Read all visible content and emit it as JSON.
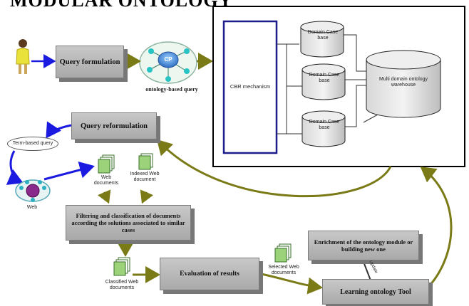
{
  "title": "MODULAR ONTOLOGY",
  "boxes": {
    "query_formulation": "Query formulation",
    "query_reformulation": "Query reformulation",
    "filtering": "Filtering and classification of documents according the solutions associated to similar cases",
    "evaluation": "Evaluation of results",
    "enrichment": "Enrichment of the ontology module or building new one",
    "learning_tool": "Learning ontology Tool"
  },
  "labels": {
    "ontology_query": "ontology-based query",
    "cp": "CP",
    "cbr": "CBR mechanism",
    "domain_case_base": "Domain Case base",
    "warehouse": "Multi domain ontology warehouse",
    "term_query": "Term-based query",
    "web": "Web",
    "web_documents": "Web documents",
    "indexed_web_document": "Indexed Web document",
    "classified_web_documents": "Classified Web documents",
    "selected_web_documents": "Selected Web documents",
    "update_arrow": "Update"
  },
  "colors": {
    "box_fill": "#b5b5b5",
    "arrow_olive": "#7a7a16",
    "arrow_blue": "#1a1ae0",
    "cbr_border": "#1c1c8a",
    "doc_green": "#9cd37a"
  }
}
